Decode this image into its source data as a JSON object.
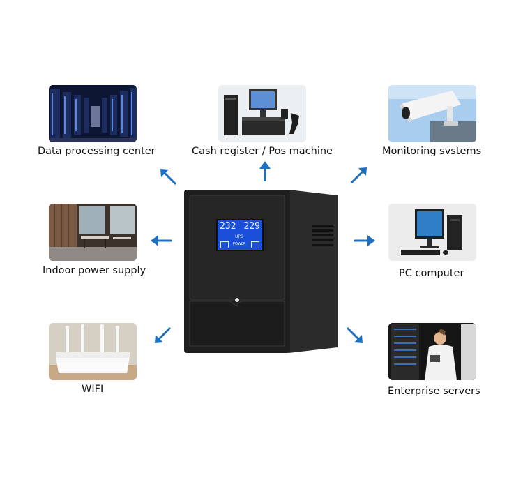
{
  "accent": "#1f6fc0",
  "ups": {
    "lcd_left": "232",
    "lcd_right": "229",
    "lcd_center": "UPS",
    "lcd_bottom": "POWER"
  },
  "applications": [
    {
      "key": "datacenter",
      "label": "Data processing center",
      "icon": "server-room-photo"
    },
    {
      "key": "cashier",
      "label": "Cash register / Pos machine",
      "icon": "pos-terminal-photo"
    },
    {
      "key": "monitoring",
      "label": "Monitoring svstems",
      "icon": "security-camera-photo"
    },
    {
      "key": "indoor",
      "label": "Indoor power supply",
      "icon": "office-interior-photo"
    },
    {
      "key": "pc",
      "label": "PC computer",
      "icon": "desktop-computer-photo"
    },
    {
      "key": "wifi",
      "label": "WIFI",
      "icon": "wifi-router-photo"
    },
    {
      "key": "enterprise",
      "label": "Enterprise servers",
      "icon": "server-technician-photo"
    }
  ]
}
